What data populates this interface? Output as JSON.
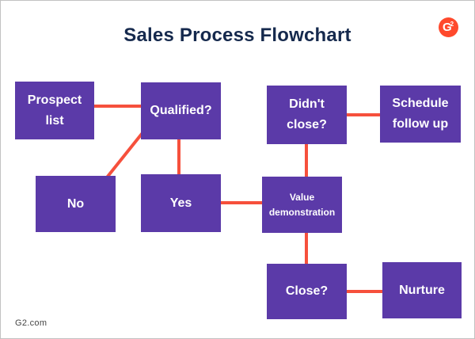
{
  "header": {
    "title": "Sales Process Flowchart"
  },
  "logo": {
    "name": "G2 logo",
    "letter": "G",
    "superscript": "2"
  },
  "footer": {
    "site": "G2.com"
  },
  "colors": {
    "node_fill": "#5b3aa8",
    "node_text": "#ffffff",
    "connector": "#f6503c",
    "title_text": "#15294d",
    "logo_background": "#ff492c",
    "page_border": "#c2c2c2",
    "page_background": "#ffffff"
  },
  "flowchart": {
    "nodes": {
      "prospect_list": "Prospect list",
      "qualified": "Qualified?",
      "didnt_close": "Didn't close?",
      "schedule_follow_up": "Schedule follow up",
      "no": "No",
      "yes": "Yes",
      "value_demonstration": "Value demonstration",
      "close": "Close?",
      "nurture": "Nurture"
    },
    "edges": [
      {
        "from": "prospect_list",
        "to": "qualified"
      },
      {
        "from": "qualified",
        "to": "no"
      },
      {
        "from": "qualified",
        "to": "yes"
      },
      {
        "from": "yes",
        "to": "value_demonstration"
      },
      {
        "from": "value_demonstration",
        "to": "didnt_close"
      },
      {
        "from": "didnt_close",
        "to": "schedule_follow_up"
      },
      {
        "from": "value_demonstration",
        "to": "close"
      },
      {
        "from": "close",
        "to": "nurture"
      }
    ]
  }
}
